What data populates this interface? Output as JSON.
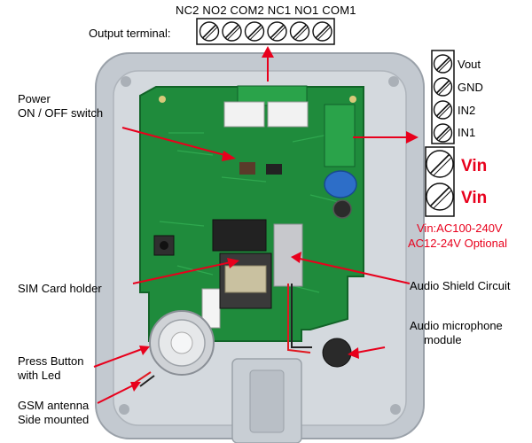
{
  "top_terminal": {
    "pin_labels": "NC2 NO2 COM2 NC1 NO1 COM1",
    "caption": "Output terminal:"
  },
  "right_terminal": {
    "pins": [
      "Vout",
      "GND",
      "IN2",
      "IN1"
    ],
    "vin_labels": [
      "Vin",
      "Vin"
    ],
    "voltage_line1": "Vin:AC100-240V",
    "voltage_line2": "AC12-24V Optional"
  },
  "callouts": {
    "power_line1": "Power",
    "power_line2": "ON / OFF switch",
    "sim_holder": "SIM Card holder",
    "audio_shield": "Audio Shield Circuit",
    "mic_line1": "Audio microphone",
    "mic_line2": "module",
    "press_line1": "Press Button",
    "press_line2": "with Led",
    "gsm_line1": "GSM antenna",
    "gsm_line2": "Side mounted"
  },
  "colors": {
    "arrow": "#e8001c",
    "pcb": "#1c8a3a",
    "enclosure": "#b9bfc6",
    "terminal_block": "#2aa34a"
  }
}
